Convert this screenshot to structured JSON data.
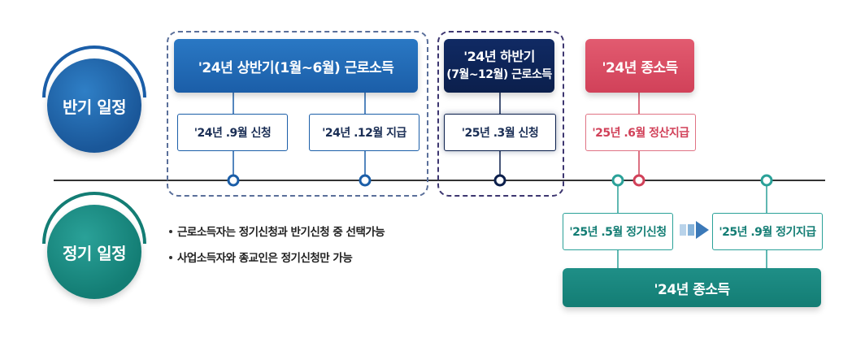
{
  "semiannual": {
    "badge": "반기 일정",
    "h1_first_half": "'24년 상반기(1월~6월) 근로소득",
    "h1_box_apply": "'24년 .9월 신청",
    "h1_box_pay": "'24년 .12월 지급",
    "h2_line1": "'24년 하반기",
    "h2_line2": "(7월~12월) 근로소득",
    "h2_box_apply": "'25년 .3월 신청",
    "total_income": "'24년 종소득",
    "total_box": "'25년 .6월 정산지급"
  },
  "regular": {
    "badge": "정기 일정",
    "notes": [
      "근로소득자는 정기신청과 반기신청 중 선택가능",
      "사업소득자와 종교인은 정기신청만 가능"
    ],
    "box_apply": "'25년 .5월 정기신청",
    "box_pay": "'25년 .9월 정기지급",
    "total_income": "'24년 종소득"
  },
  "colors": {
    "blue": "#1b5ea8",
    "navy": "#0b1f4c",
    "pink": "#d14159",
    "teal": "#137d74",
    "timeline": "#333333"
  },
  "icons": {
    "arrow": "right-arrow-icon"
  }
}
